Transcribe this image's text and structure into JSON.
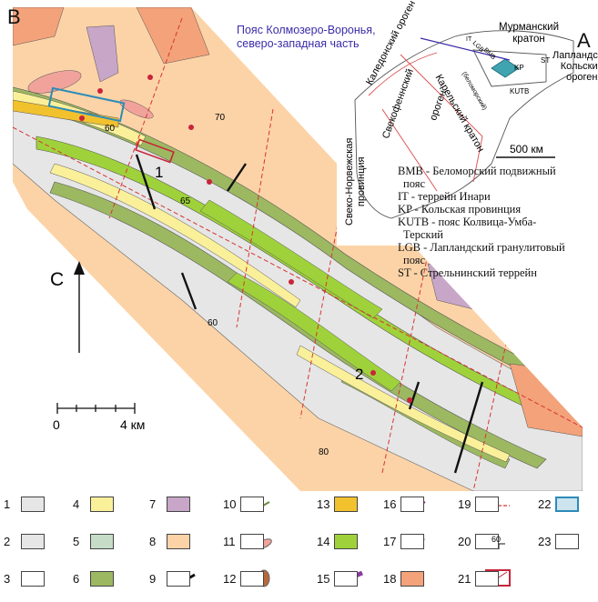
{
  "panel_labels": {
    "main": "B",
    "inset": "A"
  },
  "north": {
    "label": "С"
  },
  "scale_bar": {
    "left": "0",
    "right": "4 км"
  },
  "inset": {
    "callout_line1": "Пояс Колмозеро-Воронья,",
    "callout_line2": "северо-западная часть",
    "murmansk_line1": "Мурманский",
    "murmansk_line2": "кратон",
    "scale": "500 км",
    "labels": {
      "caledonian": "Каледонский ороген",
      "svecofennian": "Свекофеннский",
      "orogen": "ороген",
      "karelian": "Карельский кратон",
      "sveco_norw_1": "Свеко-Норвежская",
      "sveco_norw_2": "провинция",
      "lapl_kola_1": "Лапландско-",
      "lapl_kola_2": "Кольский",
      "lapl_kola_3": "ороген",
      "kp": "KP",
      "kutb": "KUTB",
      "st": "ST",
      "bmb": "BMB",
      "lgb": "LGB",
      "it": "IT",
      "karel_sub": "(беломорский)"
    },
    "notes": [
      "BMB - Беломорский подвижный",
      "пояс",
      "IT - террейн Инари",
      "KP - Кольская провинция",
      "KUTB - пояс Колвица-Умба-",
      "Терский",
      "LGB - Лапландский гранулитовый",
      "пояс",
      "ST - Стрельнинский террейн"
    ]
  },
  "map_numbers": {
    "site1": "1",
    "site2": "2",
    "dip70": "70",
    "dip60a": "60",
    "dip65": "65",
    "dip60b": "60",
    "dip80": "80"
  },
  "legend": [
    {
      "n": "1",
      "color": "#e6e6e6"
    },
    {
      "n": "2",
      "color": "#e6e6e6"
    },
    {
      "n": "3",
      "color": "#ffffff"
    },
    {
      "n": "4",
      "color": "#fbf09a"
    },
    {
      "n": "5",
      "color": "#c6dcc6"
    },
    {
      "n": "6",
      "color": "#9cb861"
    },
    {
      "n": "7",
      "color": "#c8a6c8"
    },
    {
      "n": "8",
      "color": "#fcd3a7"
    },
    {
      "n": "9",
      "color": "#ffffff"
    },
    {
      "n": "10",
      "color": "#ffffff"
    },
    {
      "n": "11",
      "color": "#ffffff"
    },
    {
      "n": "12",
      "color": "#ffffff"
    },
    {
      "n": "13",
      "color": "#f2c12e"
    },
    {
      "n": "14",
      "color": "#9fd23a"
    },
    {
      "n": "15",
      "color": "#ffffff"
    },
    {
      "n": "16",
      "color": "#ffffff"
    },
    {
      "n": "17",
      "color": "#ffffff"
    },
    {
      "n": "18",
      "color": "#f3a27a"
    },
    {
      "n": "19",
      "color": "#ffffff"
    },
    {
      "n": "20",
      "color": "#ffffff"
    },
    {
      "n": "21",
      "color": "#ffffff"
    },
    {
      "n": "22",
      "color": "#cde3ee"
    },
    {
      "n": "23",
      "color": "#ffffff"
    }
  ],
  "legend_sym": {
    "dip": "60"
  }
}
